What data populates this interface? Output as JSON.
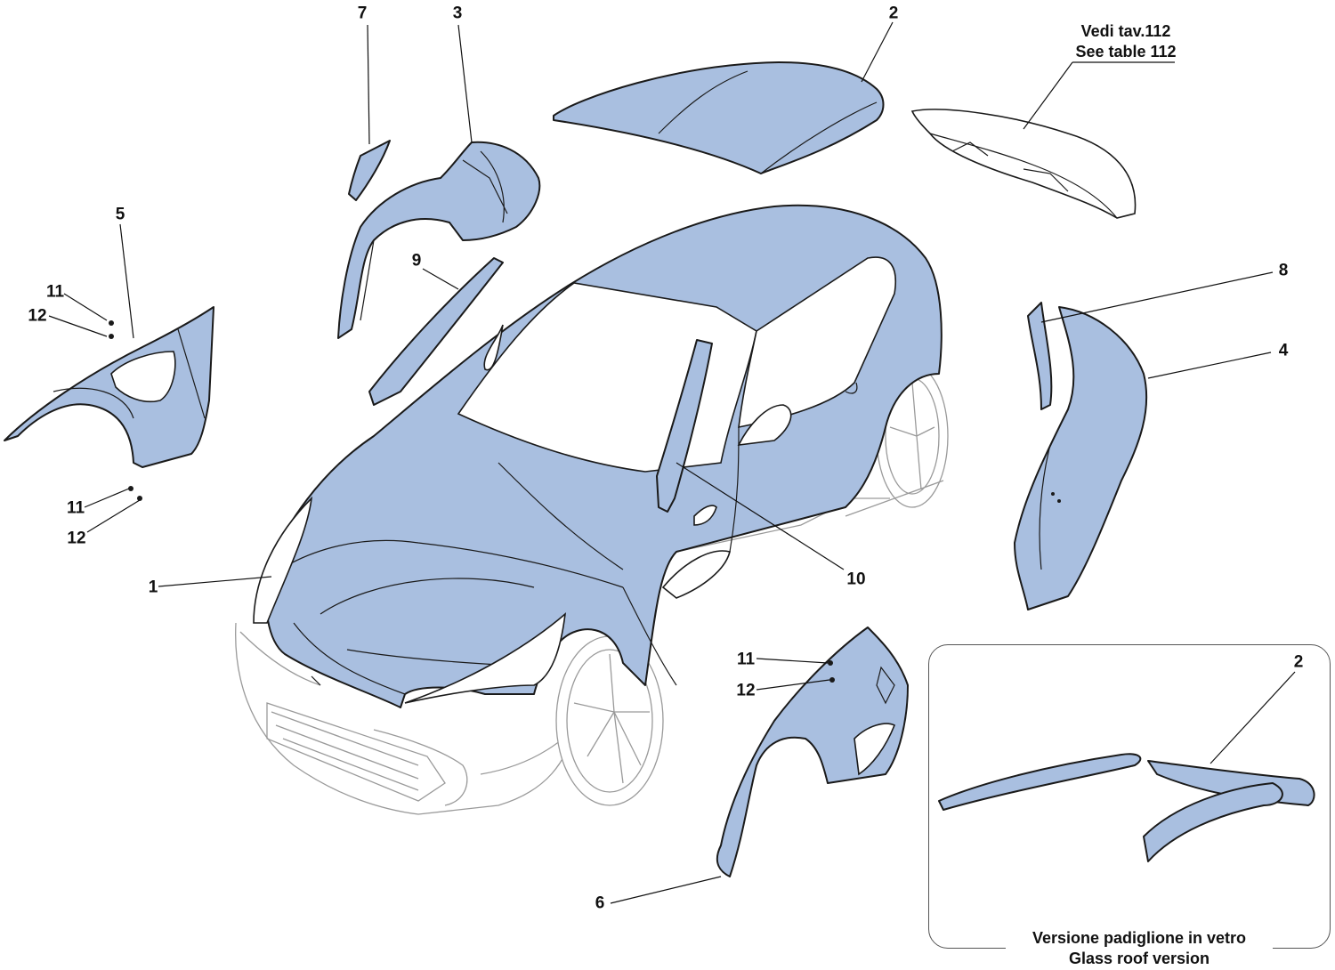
{
  "colors": {
    "part_fill": "#a9bfe0",
    "part_stroke": "#1a1a1a",
    "ghost_stroke": "#9a9a9a",
    "background": "#ffffff"
  },
  "callouts": {
    "c1": "1",
    "c2": "2",
    "c2b": "2",
    "c3": "3",
    "c4": "4",
    "c5": "5",
    "c6": "6",
    "c7": "7",
    "c8": "8",
    "c9": "9",
    "c10": "10",
    "c11a": "11",
    "c11b": "11",
    "c11c": "11",
    "c12a": "12",
    "c12b": "12",
    "c12c": "12"
  },
  "reference_note": {
    "line1": "Vedi tav.112",
    "line2": "See table 112"
  },
  "inset_caption": {
    "line1": "Versione padiglione in vetro",
    "line2": "Glass roof version"
  }
}
